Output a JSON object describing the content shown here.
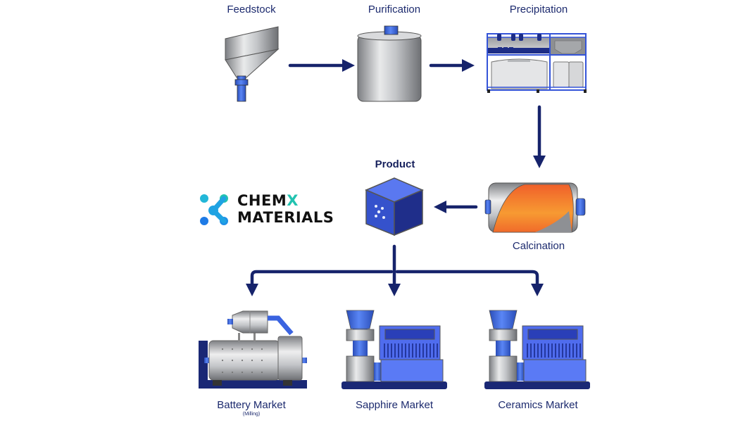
{
  "diagram": {
    "title": "ChemX Materials process flow",
    "stages": {
      "feedstock": {
        "label": "Feedstock"
      },
      "purification": {
        "label": "Purification"
      },
      "precipitation": {
        "label": "Precipitation"
      },
      "calcination": {
        "label": "Calcination"
      },
      "product": {
        "label": "Product"
      }
    },
    "markets": [
      {
        "label": "Battery Market",
        "sublabel": "(Milling)"
      },
      {
        "label": "Sapphire Market",
        "sublabel": ""
      },
      {
        "label": "Ceramics Market",
        "sublabel": ""
      }
    ],
    "flow": [
      {
        "from": "Feedstock",
        "to": "Purification"
      },
      {
        "from": "Purification",
        "to": "Precipitation"
      },
      {
        "from": "Precipitation",
        "to": "Calcination"
      },
      {
        "from": "Calcination",
        "to": "Product"
      },
      {
        "from": "Product",
        "to": "Battery Market"
      },
      {
        "from": "Product",
        "to": "Sapphire Market"
      },
      {
        "from": "Product",
        "to": "Ceramics Market"
      }
    ],
    "logo": {
      "line1_prefix": "CHEM",
      "line1_suffix": "X",
      "line2": "MATERIALS"
    },
    "colors": {
      "arrow": "#16236b",
      "text": "#1c2a6e",
      "accent_blue": "#4a6cf0",
      "deep_blue": "#2b3aa8",
      "steel": "#a9abae",
      "orange": "#f57c2a",
      "logo_teal": "#22c3b0",
      "logo_blue": "#1e7be6"
    }
  }
}
